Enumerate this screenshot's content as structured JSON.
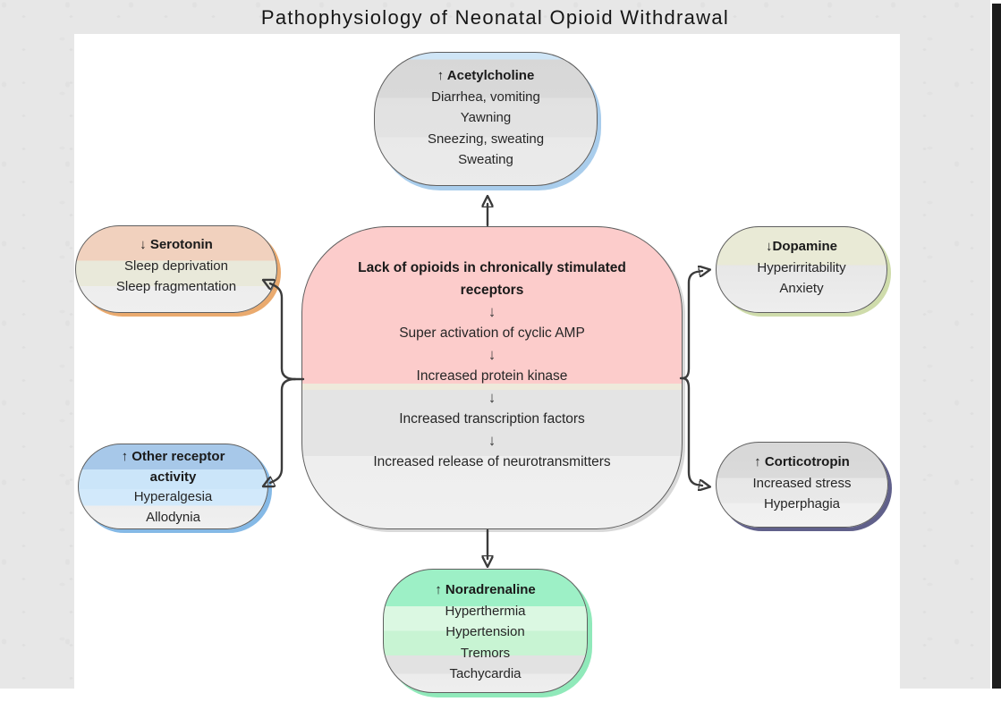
{
  "title": "Pathophysiology of Neonatal Opioid Withdrawal",
  "glyphs": {
    "down_arrow": "↓"
  },
  "center_node": {
    "header": "Lack of opioids in chronically stimulated receptors",
    "steps": [
      "Super activation of cyclic AMP",
      "Increased protein kinase",
      "Increased transcription factors",
      "Increased release of neurotransmitters"
    ]
  },
  "nodes": {
    "acetylcholine": {
      "header": "↑ Acetylcholine",
      "items": [
        "Diarrhea, vomiting",
        "Yawning",
        "Sneezing, sweating",
        "Sweating"
      ]
    },
    "serotonin": {
      "header": "↓ Serotonin",
      "items": [
        "Sleep deprivation",
        "Sleep fragmentation"
      ]
    },
    "other_receptor": {
      "header": "↑ Other receptor activity",
      "items": [
        "Hyperalgesia",
        "Allodynia"
      ]
    },
    "dopamine": {
      "header": "↓Dopamine",
      "items": [
        "Hyperirritability",
        "Anxiety"
      ]
    },
    "corticotropin": {
      "header": "↑ Corticotropin",
      "items": [
        "Increased stress",
        "Hyperphagia"
      ]
    },
    "noradrenaline": {
      "header": "↑ Noradrenaline",
      "items": [
        "Hyperthermia",
        "Hypertension",
        "Tremors",
        "Tachycardia"
      ]
    }
  },
  "colors": {
    "backdrop": "#e7e7e7",
    "panel": "#ffffff",
    "right_strip": "#1d1d1d",
    "arrow_stroke": "#3b3b3b",
    "center_top": "#fccccb",
    "acetylcholine_accent": "#a9cdec",
    "serotonin_accent": "#eaaa6e",
    "other_receptor_top": "#a7c8e9",
    "dopamine_top": "#e9ead6",
    "corticotropin_accent": "#60608a",
    "noradrenaline_top": "#9df0c6"
  }
}
